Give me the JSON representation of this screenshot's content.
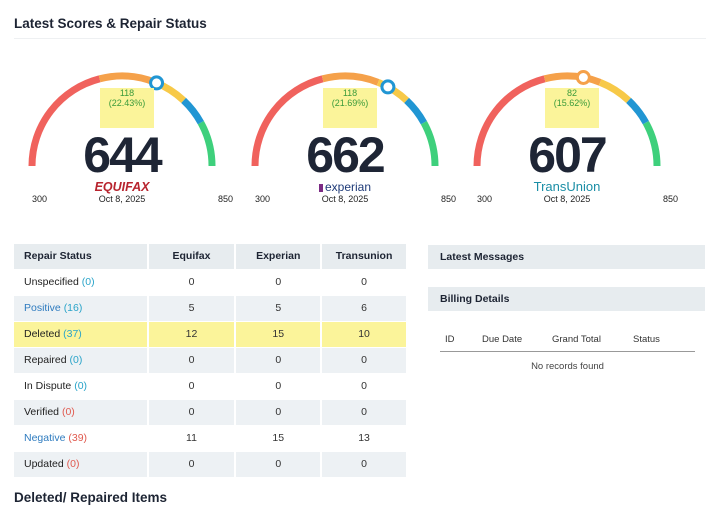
{
  "page": {
    "title": "Latest Scores & Repair Status",
    "bottom_title": "Deleted/ Repaired Items"
  },
  "colors": {
    "arc_red": "#f0625d",
    "arc_orange": "#f5a14a",
    "arc_yellow": "#f7c948",
    "arc_blue": "#2196d3",
    "arc_green": "#3ed07c",
    "change_green": "#3b9b3b",
    "highlight": "#fbf49a"
  },
  "gauges": [
    {
      "bureau": "Equifax",
      "logo_text": "EQUIFAX",
      "score": "644",
      "score_value": 644,
      "change": "118",
      "change_pct": "(22.43%)",
      "date": "Oct 8, 2025",
      "min": "300",
      "max": "850",
      "min_value": 300,
      "max_value": 850,
      "marker_color": "#2196d3",
      "icon": "arrow-up-icon"
    },
    {
      "bureau": "Experian",
      "logo_text": "experian",
      "score": "662",
      "score_value": 662,
      "change": "118",
      "change_pct": "(21.69%)",
      "date": "Oct 8, 2025",
      "min": "300",
      "max": "850",
      "min_value": 300,
      "max_value": 850,
      "marker_color": "#2196d3",
      "icon": "arrow-up-icon"
    },
    {
      "bureau": "TransUnion",
      "logo_text": "TransUnion",
      "score": "607",
      "score_value": 607,
      "change": "82",
      "change_pct": "(15.62%)",
      "date": "Oct 8, 2025",
      "min": "300",
      "max": "850",
      "min_value": 300,
      "max_value": 850,
      "marker_color": "#f5a14a",
      "icon": "arrow-up-icon"
    }
  ],
  "repair_table": {
    "headers": [
      "Repair Status",
      "Equifax",
      "Experian",
      "Transunion"
    ],
    "rows": [
      {
        "label": "Unspecified",
        "count": "(0)",
        "label_style": "plain",
        "count_style": "blue",
        "values": [
          "0",
          "0",
          "0"
        ]
      },
      {
        "label": "Positive",
        "count": "(16)",
        "label_style": "blue",
        "count_style": "blue",
        "values": [
          "5",
          "5",
          "6"
        ]
      },
      {
        "label": "Deleted",
        "count": "(37)",
        "label_style": "plain",
        "count_style": "blue",
        "values": [
          "12",
          "15",
          "10"
        ],
        "highlight": true
      },
      {
        "label": "Repaired",
        "count": "(0)",
        "label_style": "plain",
        "count_style": "blue",
        "values": [
          "0",
          "0",
          "0"
        ]
      },
      {
        "label": "In Dispute",
        "count": "(0)",
        "label_style": "plain",
        "count_style": "blue",
        "values": [
          "0",
          "0",
          "0"
        ]
      },
      {
        "label": "Verified",
        "count": "(0)",
        "label_style": "plain",
        "count_style": "red",
        "values": [
          "0",
          "0",
          "0"
        ]
      },
      {
        "label": "Negative",
        "count": "(39)",
        "label_style": "blue",
        "count_style": "red",
        "values": [
          "11",
          "15",
          "13"
        ]
      },
      {
        "label": "Updated",
        "count": "(0)",
        "label_style": "plain",
        "count_style": "red",
        "values": [
          "0",
          "0",
          "0"
        ]
      }
    ]
  },
  "messages": {
    "title": "Latest Messages"
  },
  "billing": {
    "title": "Billing Details",
    "columns": [
      "ID",
      "Due Date",
      "Grand Total",
      "Status"
    ],
    "empty_text": "No records found"
  }
}
